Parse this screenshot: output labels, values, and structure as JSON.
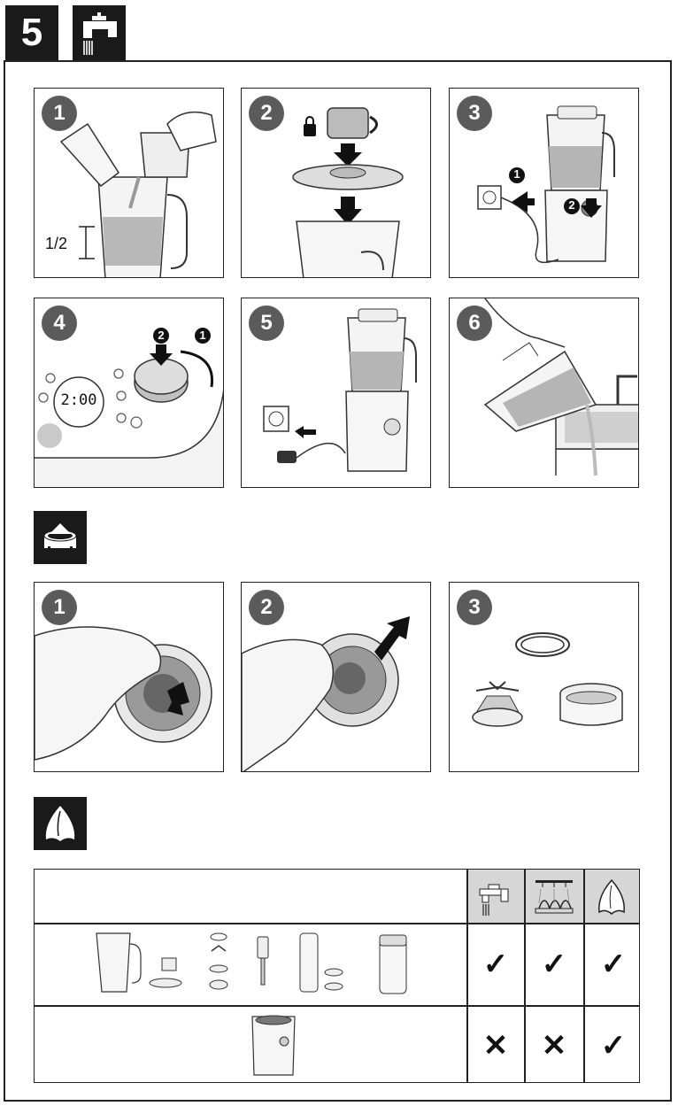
{
  "header": {
    "step_number": "5",
    "icon": "faucet-icon"
  },
  "panels_row1": [
    {
      "number": "1",
      "label": "1/2"
    },
    {
      "number": "2"
    },
    {
      "number": "3",
      "callout_a": "1",
      "callout_b": "2"
    }
  ],
  "panels_row2": [
    {
      "number": "4",
      "display": "2:00",
      "callout_a": "2",
      "callout_b": "1"
    },
    {
      "number": "5"
    },
    {
      "number": "6"
    }
  ],
  "section2": {
    "icon": "blade-unit-icon"
  },
  "panels_row3": [
    {
      "number": "1"
    },
    {
      "number": "2"
    },
    {
      "number": "3"
    }
  ],
  "section3": {
    "icon": "cloth-icon"
  },
  "table": {
    "header_icons": [
      "faucet-icon",
      "dishwasher-icon",
      "cloth-icon"
    ],
    "rows": [
      {
        "marks": [
          "✓",
          "✓",
          "✓"
        ]
      },
      {
        "marks": [
          "✕",
          "✕",
          "✓"
        ]
      }
    ]
  }
}
